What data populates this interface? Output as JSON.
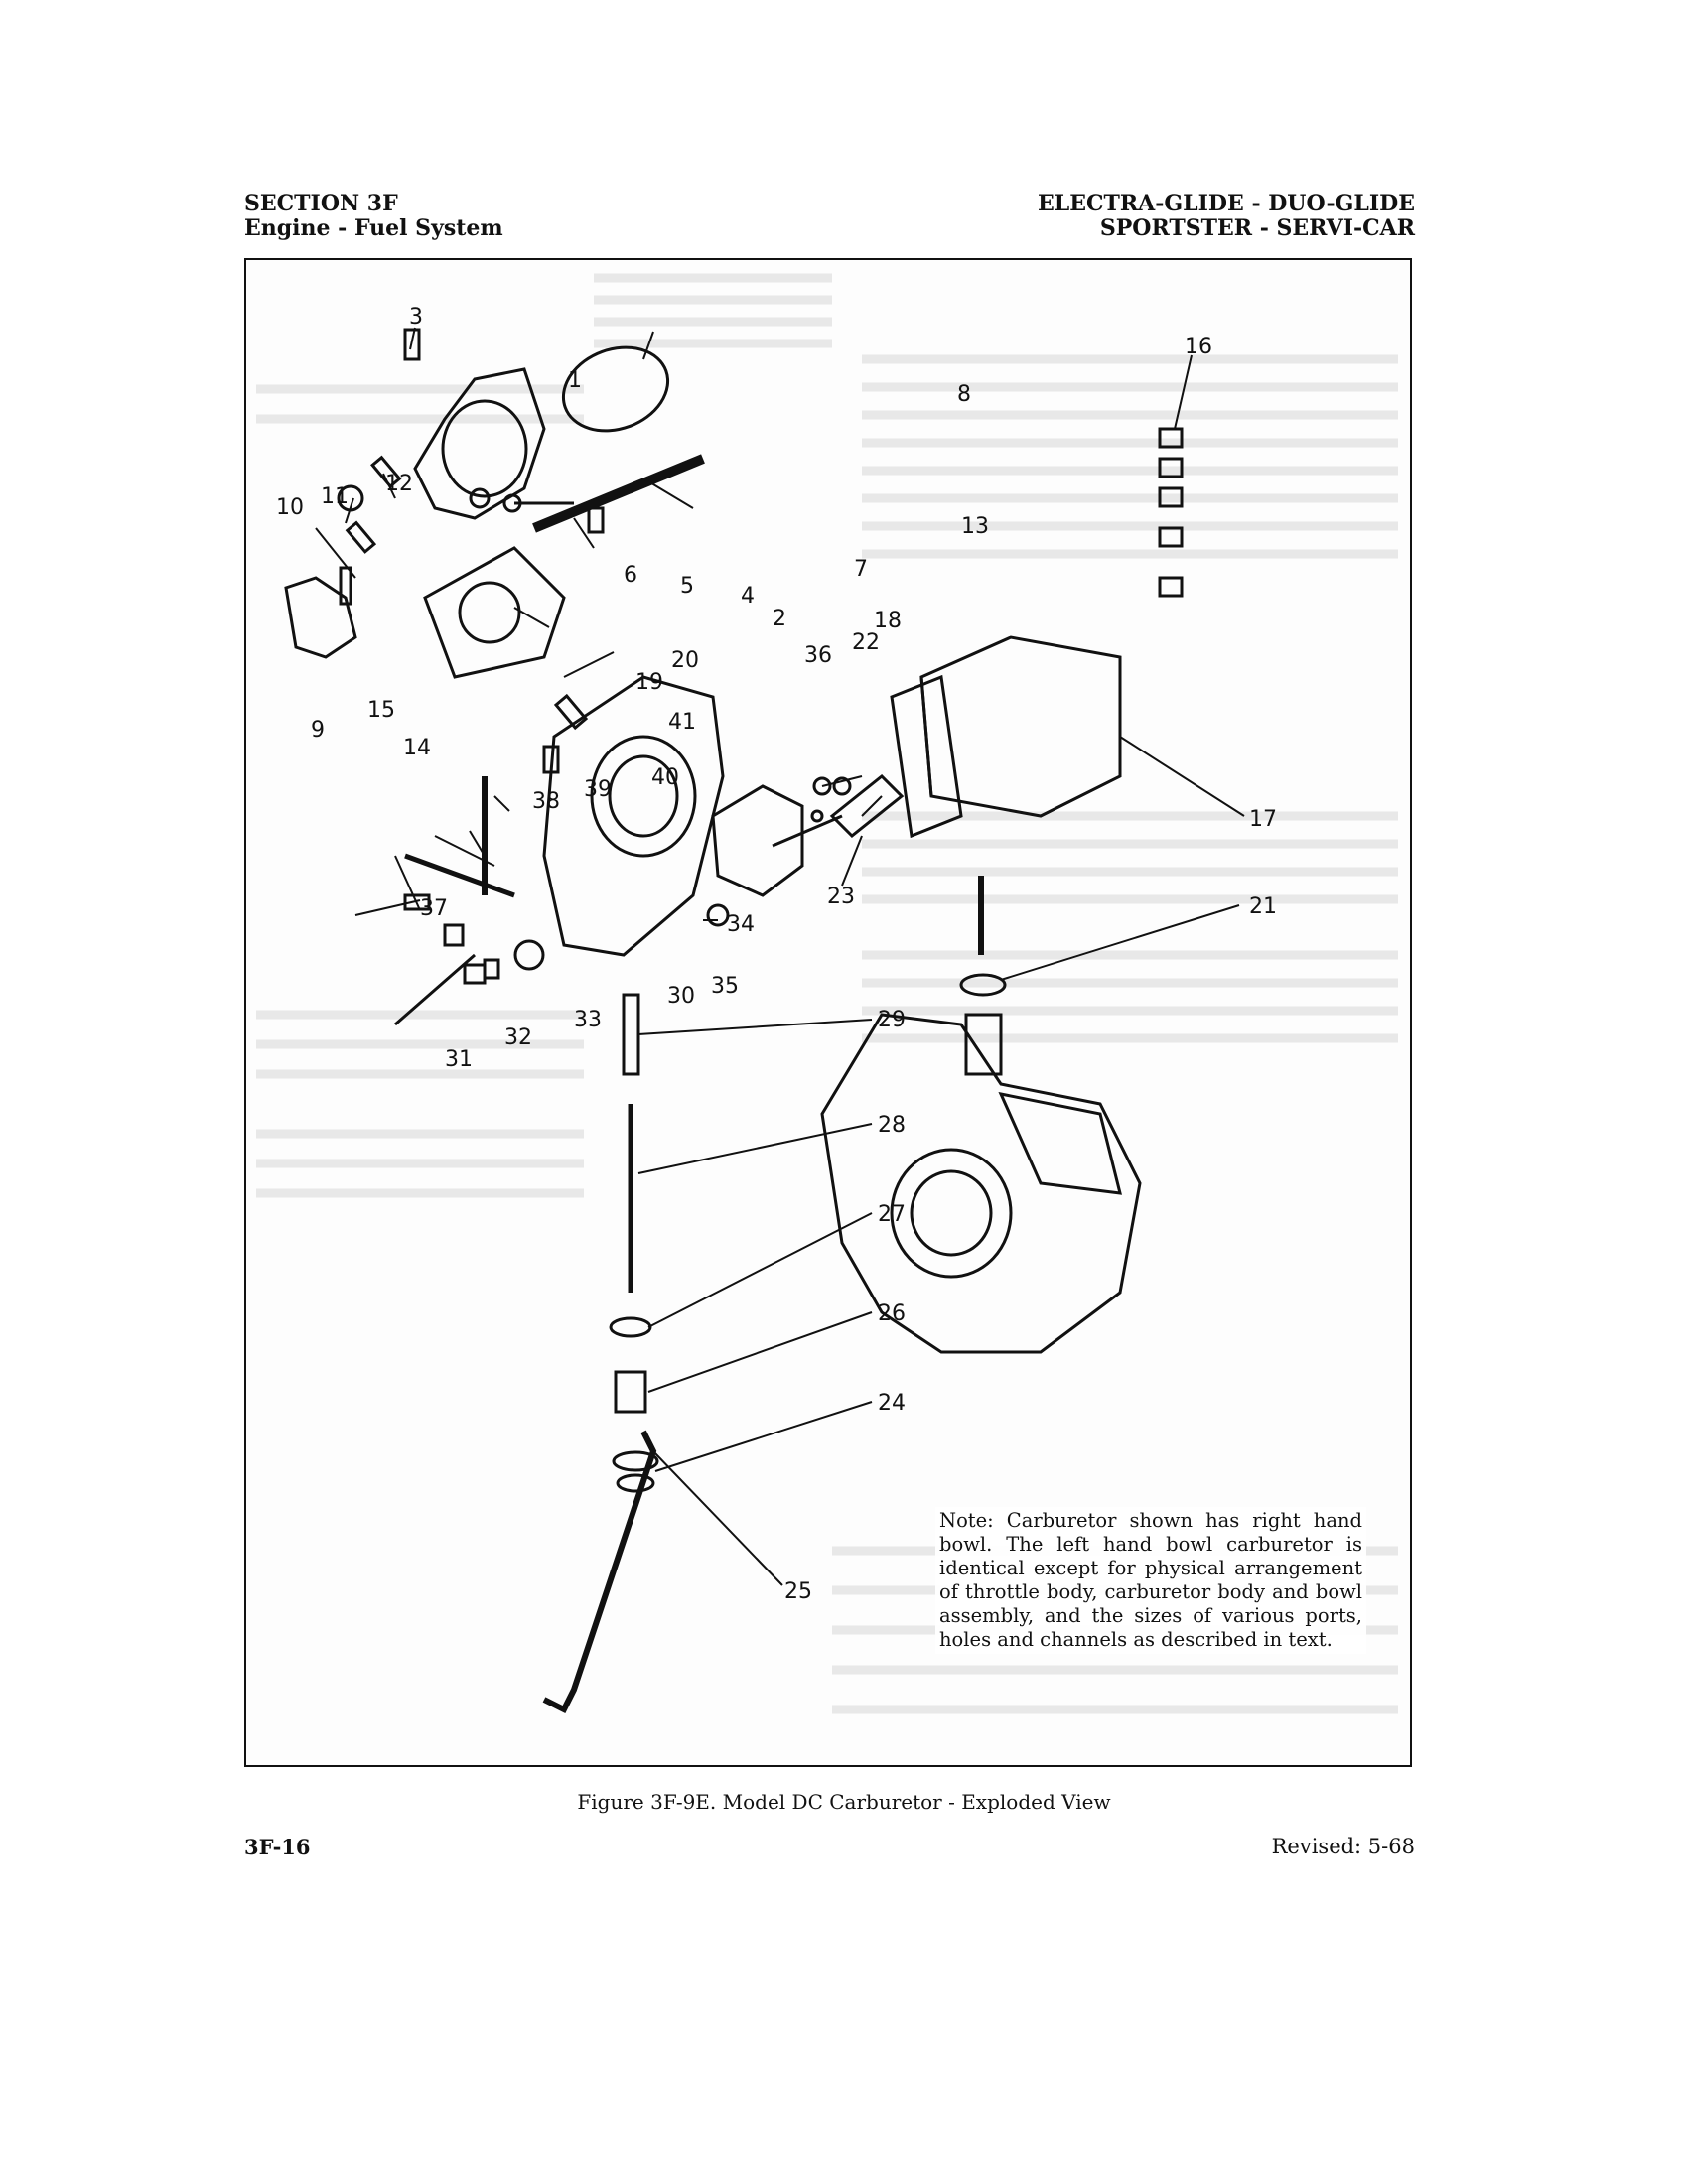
{
  "header": {
    "left_line1": "SECTION 3F",
    "left_line2": "Engine - Fuel System",
    "right_line1": "ELECTRA-GLIDE - DUO-GLIDE",
    "right_line2": "SPORTSTER - SERVI-CAR"
  },
  "figure": {
    "note": "Note: Carburetor shown has right hand bowl. The left hand bowl carburetor is identical except for physical arrangement of throttle body, carburetor body and bowl assembly, and the sizes of various ports, holes and channels as described in text.",
    "caption": "Figure 3F-9E. Model DC Carburetor - Exploded View",
    "callouts": [
      "1",
      "2",
      "3",
      "4",
      "5",
      "6",
      "7",
      "8",
      "9",
      "10",
      "11",
      "12",
      "13",
      "14",
      "15",
      "16",
      "17",
      "18",
      "19",
      "20",
      "21",
      "22",
      "23",
      "24",
      "25",
      "26",
      "27",
      "28",
      "29",
      "30",
      "31",
      "32",
      "33",
      "34",
      "35",
      "36",
      "37",
      "38",
      "39",
      "40",
      "41"
    ]
  },
  "footer": {
    "page_number": "3F-16",
    "revised": "Revised:  5-68"
  }
}
